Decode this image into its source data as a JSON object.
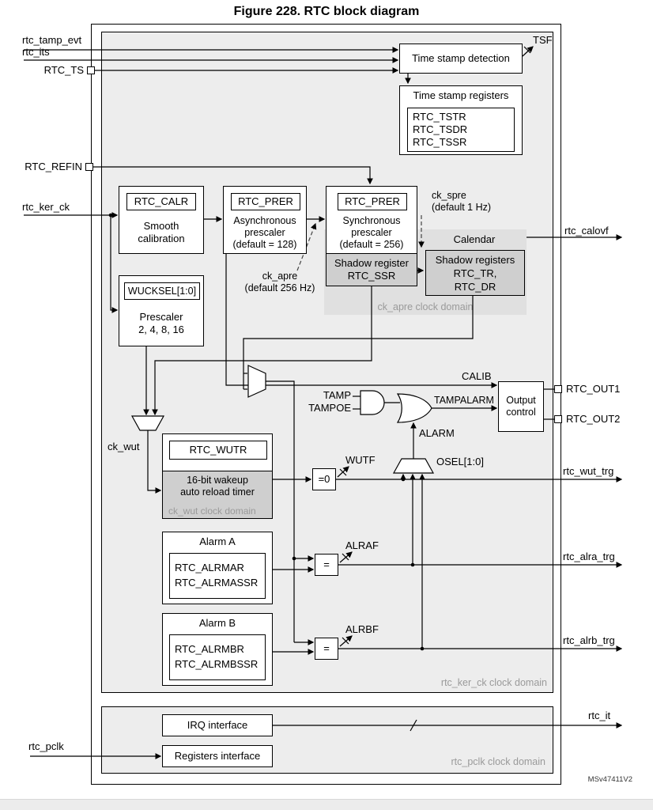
{
  "title": "Figure 228. RTC block diagram",
  "watermark": "MSv47411V2",
  "colors": {
    "domain_fill": "#ededed",
    "region_fill": "#e0e0e0",
    "shadow_fill": "#cfcfcf",
    "muted_text": "#9a9a9a",
    "line": "#000000"
  },
  "inputs": {
    "rtc_tamp_evt": "rtc_tamp_evt",
    "rtc_its": "rtc_its",
    "rtc_ts": "RTC_TS",
    "rtc_refin": "RTC_REFIN",
    "rtc_ker_ck": "rtc_ker_ck",
    "rtc_pclk": "rtc_pclk"
  },
  "outputs": {
    "tsf": "TSF",
    "rtc_calovf": "rtc_calovf",
    "rtc_out1": "RTC_OUT1",
    "rtc_out2": "RTC_OUT2",
    "rtc_wut_trg": "rtc_wut_trg",
    "rtc_alra_trg": "rtc_alra_trg",
    "rtc_alrb_trg": "rtc_alrb_trg",
    "rtc_it": "rtc_it"
  },
  "blocks": {
    "ts_detect": "Time stamp detection",
    "ts_regs": {
      "title": "Time stamp registers",
      "regs": [
        "RTC_TSTR",
        "RTC_TSDR",
        "RTC_TSSR"
      ]
    },
    "calr": {
      "reg": "RTC_CALR",
      "lines": [
        "Smooth",
        "calibration"
      ]
    },
    "apre": {
      "reg": "RTC_PRER",
      "lines": [
        "Asynchronous",
        "prescaler",
        "(default = 128)"
      ]
    },
    "spre": {
      "reg": "RTC_PRER",
      "lines": [
        "Synchronous",
        "prescaler",
        "(default = 256)"
      ]
    },
    "ssr": {
      "lines": [
        "Shadow register",
        "RTC_SSR"
      ]
    },
    "calendar": {
      "title": "Calendar",
      "lines": [
        "Shadow registers",
        "RTC_TR,",
        "RTC_DR"
      ]
    },
    "wucksel": {
      "reg": "WUCKSEL[1:0]",
      "lines": [
        "Prescaler",
        "2, 4, 8, 16"
      ]
    },
    "wutr": {
      "reg": "RTC_WUTR",
      "lines": [
        "16-bit wakeup",
        "auto reload timer"
      ]
    },
    "alarm_a": {
      "title": "Alarm A",
      "regs": [
        "RTC_ALRMAR",
        "RTC_ALRMASSR"
      ]
    },
    "alarm_b": {
      "title": "Alarm B",
      "regs": [
        "RTC_ALRMBR",
        "RTC_ALRMBSSR"
      ]
    },
    "output_control": {
      "lines": [
        "Output",
        "control"
      ]
    },
    "irq": "IRQ interface",
    "registers_interface": "Registers interface"
  },
  "comparators": {
    "wut": "=0",
    "alarm_a": "=",
    "alarm_b": "="
  },
  "signals": {
    "ck_spre": [
      "ck_spre",
      "(default 1 Hz)"
    ],
    "ck_apre": [
      "ck_apre",
      "(default 256 Hz)"
    ],
    "ck_wut": "ck_wut",
    "calib": "CALIB",
    "tamp": "TAMP",
    "tampoe": "TAMPOE",
    "tampalarm": "TAMPALARM",
    "alarm": "ALARM",
    "osel": "OSEL[1:0]",
    "wutf": "WUTF",
    "alraf": "ALRAF",
    "alrbf": "ALRBF"
  },
  "domains": {
    "ck_apre": "ck_apre clock domain",
    "ck_wut": "ck_wut clock domain",
    "rtc_ker_ck": "rtc_ker_ck clock domain",
    "rtc_pclk": "rtc_pclk clock domain"
  }
}
